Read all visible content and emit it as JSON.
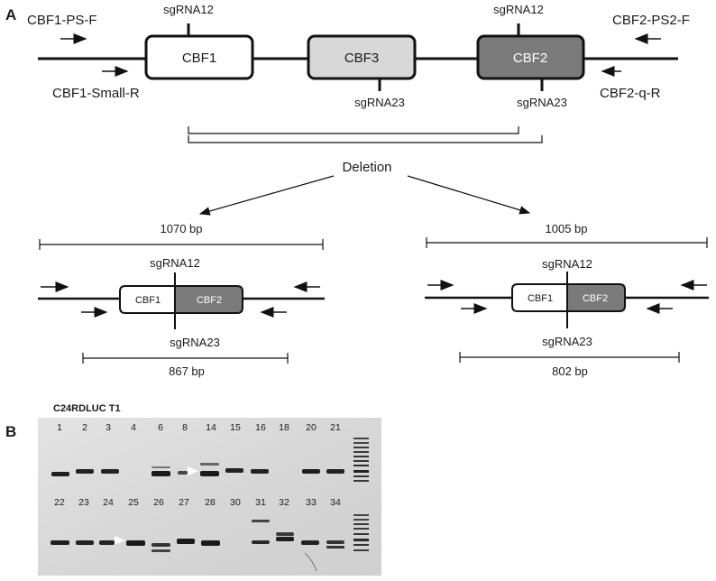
{
  "panel_a": {
    "label": "A",
    "primers": {
      "cbf1_ps_f": "CBF1-PS-F",
      "cbf1_small_r": "CBF1-Small-R",
      "cbf2_ps2_f": "CBF2-PS2-F",
      "cbf2_q_r": "CBF2-q-R"
    },
    "genes": {
      "cbf1": "CBF1",
      "cbf3": "CBF3",
      "cbf2": "CBF2"
    },
    "sgrna": {
      "sg12": "sgRNA12",
      "sg23": "sgRNA23"
    },
    "deletion_label": "Deletion",
    "left_product": {
      "outer_bp": "1070 bp",
      "inner_bp": "867 bp"
    },
    "right_product": {
      "outer_bp": "1005 bp",
      "inner_bp": "802 bp"
    },
    "colors": {
      "cbf1": "#ffffff",
      "cbf3": "#d8d8d8",
      "cbf2": "#7a7a7a",
      "line": "#111111"
    }
  },
  "panel_b": {
    "label": "B",
    "gel_title": "C24RDLUC T1",
    "top_lanes": [
      "1",
      "2",
      "3",
      "4",
      "6",
      "8",
      "14",
      "15",
      "16",
      "18",
      "20",
      "21"
    ],
    "bottom_lanes": [
      "22",
      "23",
      "24",
      "25",
      "26",
      "27",
      "28",
      "30",
      "31",
      "32",
      "33",
      "34"
    ],
    "marker_icon": "white-triangle-arrowhead"
  }
}
